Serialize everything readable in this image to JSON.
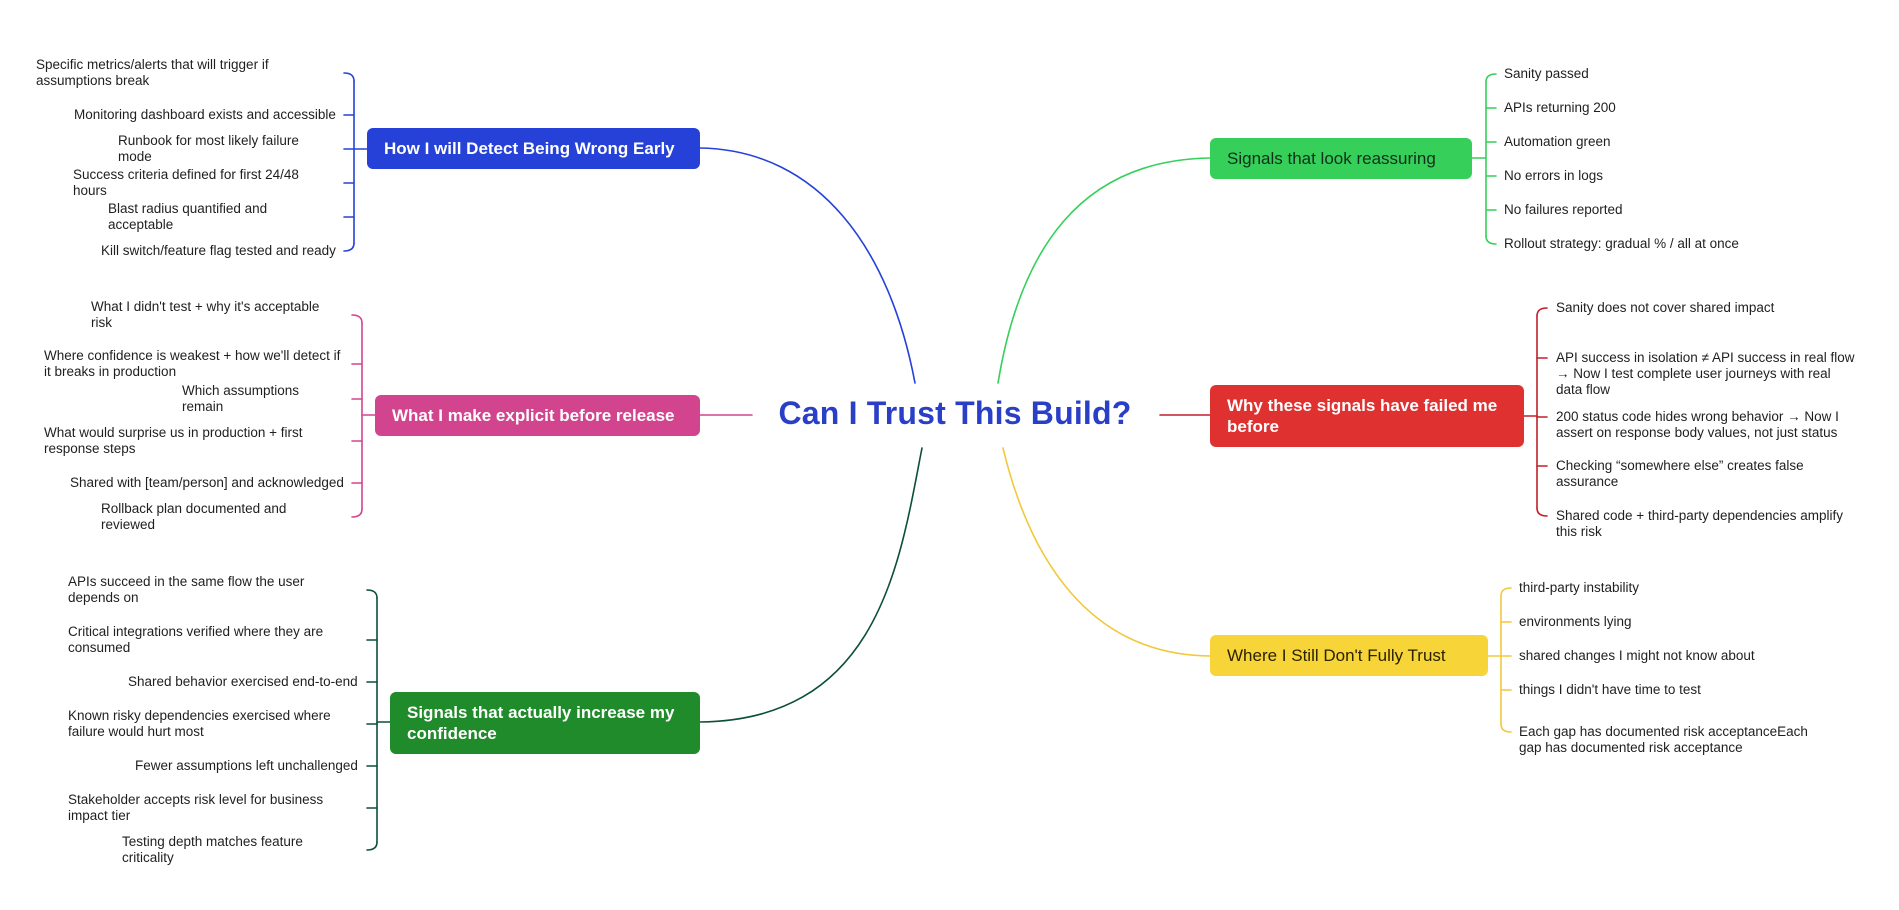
{
  "title": "Can I Trust This Build?",
  "colors": {
    "title": "#2a3fc7",
    "blue": "#2541d8",
    "pink": "#d2458e",
    "darkgreen": "#0d4f3c",
    "green": "#1f8b2a",
    "lightgreen": "#35cf5a",
    "red": "#e03131",
    "redline": "#c21f2a",
    "yellow": "#f7d539",
    "yellowline": "#f1c93a"
  },
  "branches": [
    {
      "id": "detect",
      "label": "How I will Detect Being Wrong Early",
      "items": [
        "Specific metrics/alerts that will trigger if assumptions break",
        "Monitoring dashboard exists and accessible",
        "Runbook for most likely failure mode",
        "Success criteria defined for first 24/48 hours",
        "Blast radius quantified and acceptable",
        "Kill switch/feature flag tested and ready"
      ]
    },
    {
      "id": "explicit",
      "label": "What I make explicit before release",
      "items": [
        "What I didn't test + why it's acceptable risk",
        "Where confidence is weakest + how we'll detect if it breaks in production",
        "Which assumptions remain",
        "What would surprise us in production + first response steps",
        "Shared with [team/person] and acknowledged",
        "Rollback plan documented and reviewed"
      ]
    },
    {
      "id": "increase",
      "label": "Signals that actually increase my confidence",
      "items": [
        "APIs succeed in the same flow the user depends on",
        "Critical integrations verified where they are consumed",
        "Shared behavior exercised end-to-end",
        "Known risky dependencies exercised where failure would hurt most",
        "Fewer assumptions left unchallenged",
        "Stakeholder accepts risk level for business impact tier",
        "Testing depth matches feature criticality"
      ]
    },
    {
      "id": "reassuring",
      "label": "Signals that look reassuring",
      "items": [
        "Sanity passed",
        "APIs returning 200",
        "Automation green",
        "No errors in logs",
        "No failures reported",
        "Rollout strategy: gradual % / all at once"
      ]
    },
    {
      "id": "failed",
      "label": "Why these signals have failed me before",
      "items": [
        "Sanity does not cover shared impact",
        "API success in isolation ≠ API success in real flow → Now I test complete user journeys with real data flow",
        "200 status code hides wrong behavior → Now I assert on response body values, not just status",
        "Checking “somewhere else” creates false assurance",
        "Shared code + third-party dependencies amplify this risk"
      ]
    },
    {
      "id": "distrust",
      "label": "Where I Still Don't Fully Trust",
      "items": [
        "third-party instability",
        "environments lying",
        "shared changes I might not know about",
        "things I didn't have time to test",
        "Each gap has documented risk acceptanceEach gap has documented risk acceptance"
      ]
    }
  ]
}
